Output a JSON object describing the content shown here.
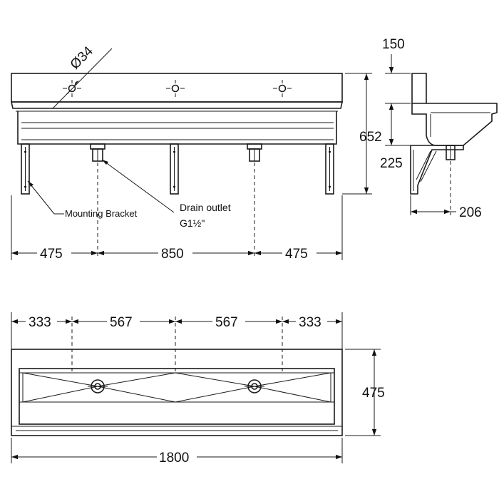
{
  "front_view": {
    "tap_hole_diameter": "Ø34",
    "height": "652",
    "mounting_bracket_label": "Mounting Bracket",
    "drain_outlet_label": "Drain outlet",
    "drain_outlet_size": "G1½\"",
    "spacing_left": "475",
    "spacing_middle": "850",
    "spacing_right": "475"
  },
  "side_view": {
    "top_dim": "150",
    "drain_height": "225",
    "bracket_depth": "206"
  },
  "top_view": {
    "spacing": [
      "333",
      "567",
      "567",
      "333"
    ],
    "depth": "475",
    "total_length": "1800"
  }
}
